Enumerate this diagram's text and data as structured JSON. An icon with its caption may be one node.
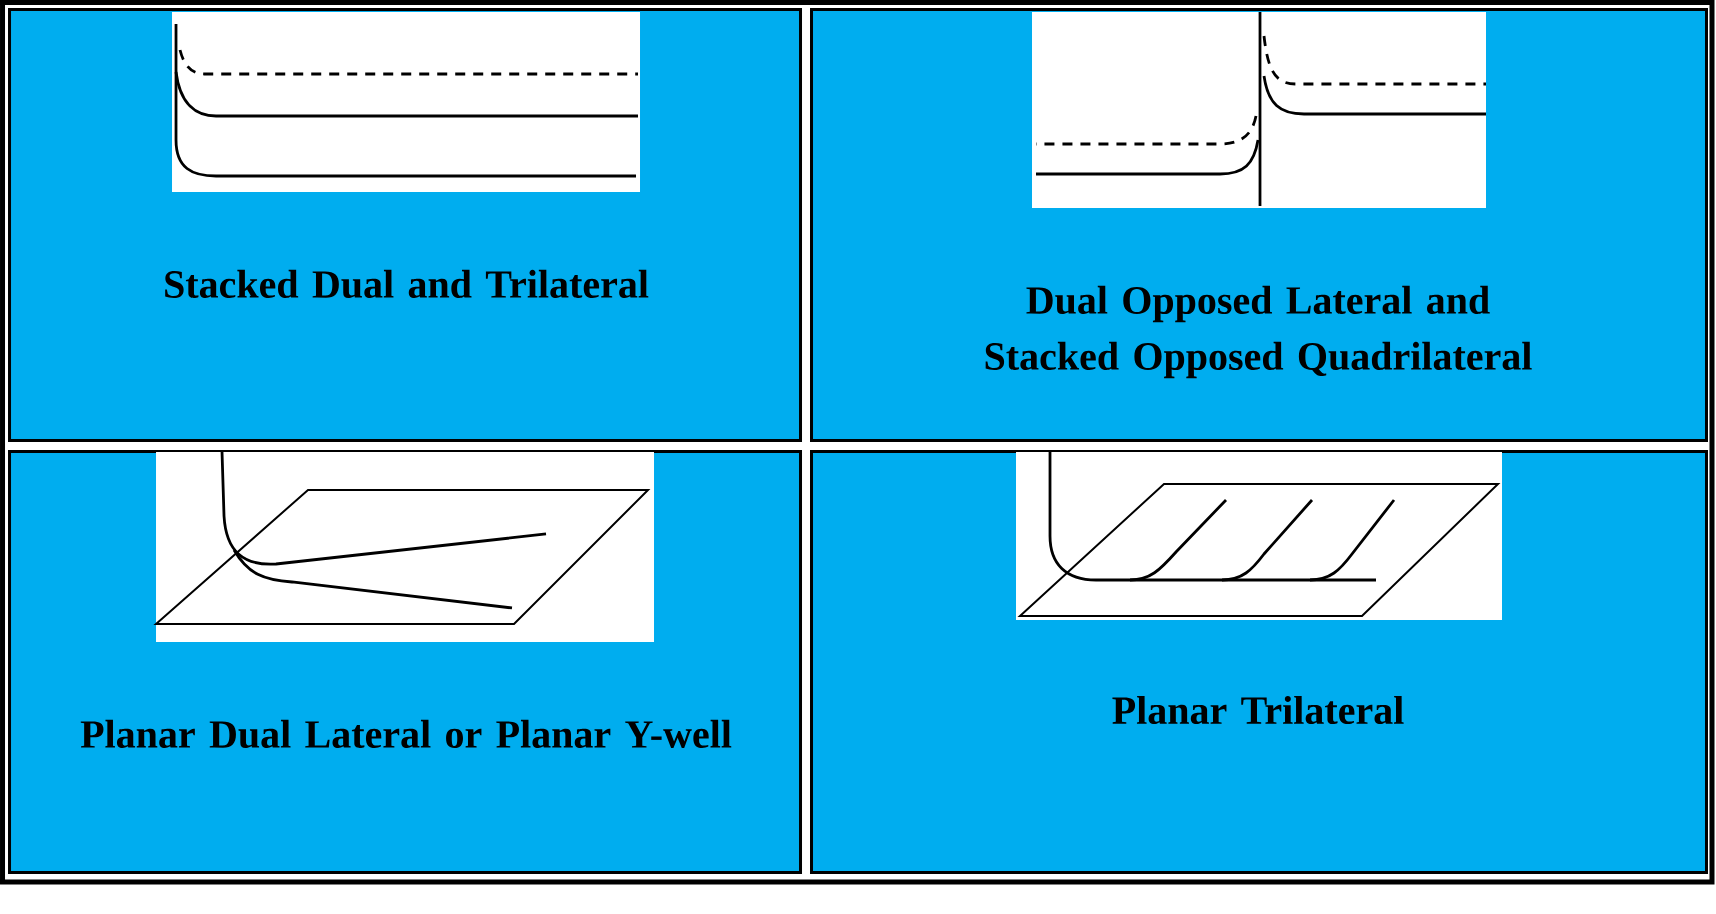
{
  "diagram": {
    "nodes": [
      {
        "text": [
          "Stacked Dual and Trilateral"
        ]
      },
      {
        "text": [
          "Dual Opposed Lateral and Stacked Opposed Quadrilateral"
        ]
      },
      {
        "text": [
          "Planar Dual Lateral or Planar Y-well"
        ]
      },
      {
        "text": [
          "Planar Trilateral"
        ]
      }
    ]
  }
}
